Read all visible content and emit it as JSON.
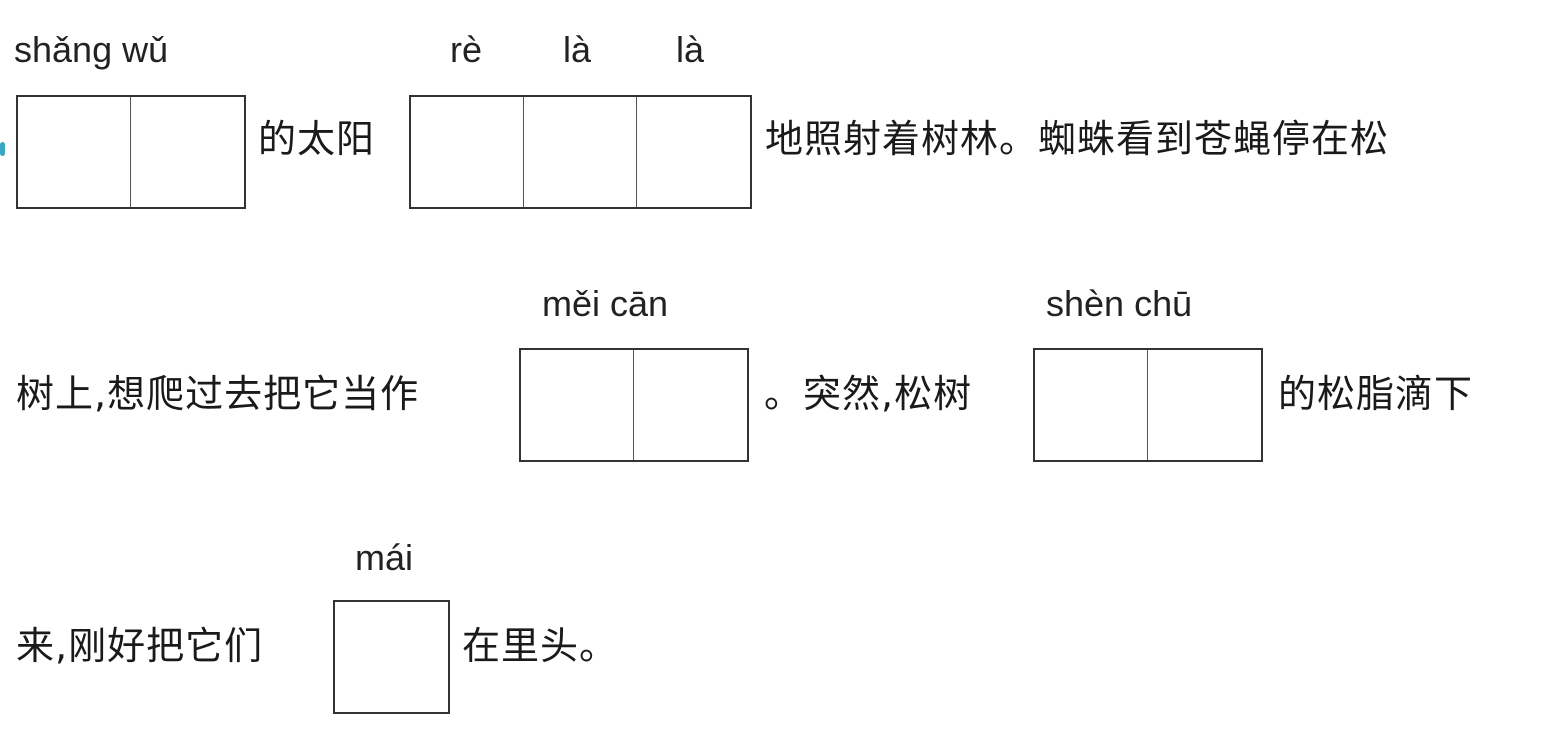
{
  "line1": {
    "pinyin_1": "shǎng wǔ",
    "text_1": "的太阳",
    "pinyin_2_a": "rè",
    "pinyin_2_b": "là",
    "pinyin_2_c": "là",
    "text_2": "地照射着树林。蜘蛛看到苍蝇停在松"
  },
  "line2": {
    "text_1": "树上,想爬过去把它当作",
    "pinyin_1": "měi  cān",
    "text_2": "。突然,松树",
    "pinyin_2": "shèn  chū",
    "text_3": "的松脂滴下"
  },
  "line3": {
    "text_1": "来,刚好把它们",
    "pinyin_1": "mái",
    "text_2": "在里头。"
  }
}
